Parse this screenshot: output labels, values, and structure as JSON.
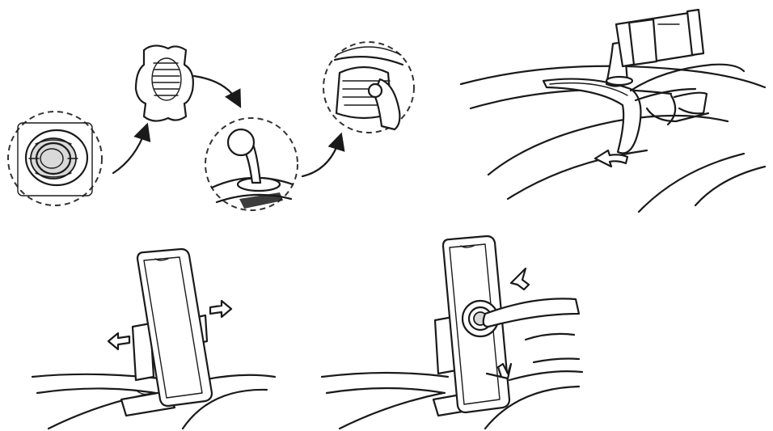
{
  "figure": {
    "type": "installation-instructions",
    "panels": [
      {
        "id": "step-1",
        "depicts": [
          "thread-ring-icon",
          "lock-nut-icon",
          "ball-joint-mount-icon",
          "assembled-joint-icon"
        ]
      },
      {
        "id": "step-2",
        "depicts": [
          "dashboard-clip-icon",
          "phone-holder-icon",
          "rotate-arrow-icon"
        ]
      },
      {
        "id": "step-3",
        "depicts": [
          "phone-in-holder-icon",
          "expand-arrow-icon"
        ]
      },
      {
        "id": "step-4",
        "depicts": [
          "phone-in-holder-icon",
          "press-button-icon",
          "push-arrow-icon"
        ]
      }
    ],
    "colors": {
      "line": "#1a1a1a",
      "background": "#ffffff",
      "accent": "#d9d9d9"
    }
  }
}
